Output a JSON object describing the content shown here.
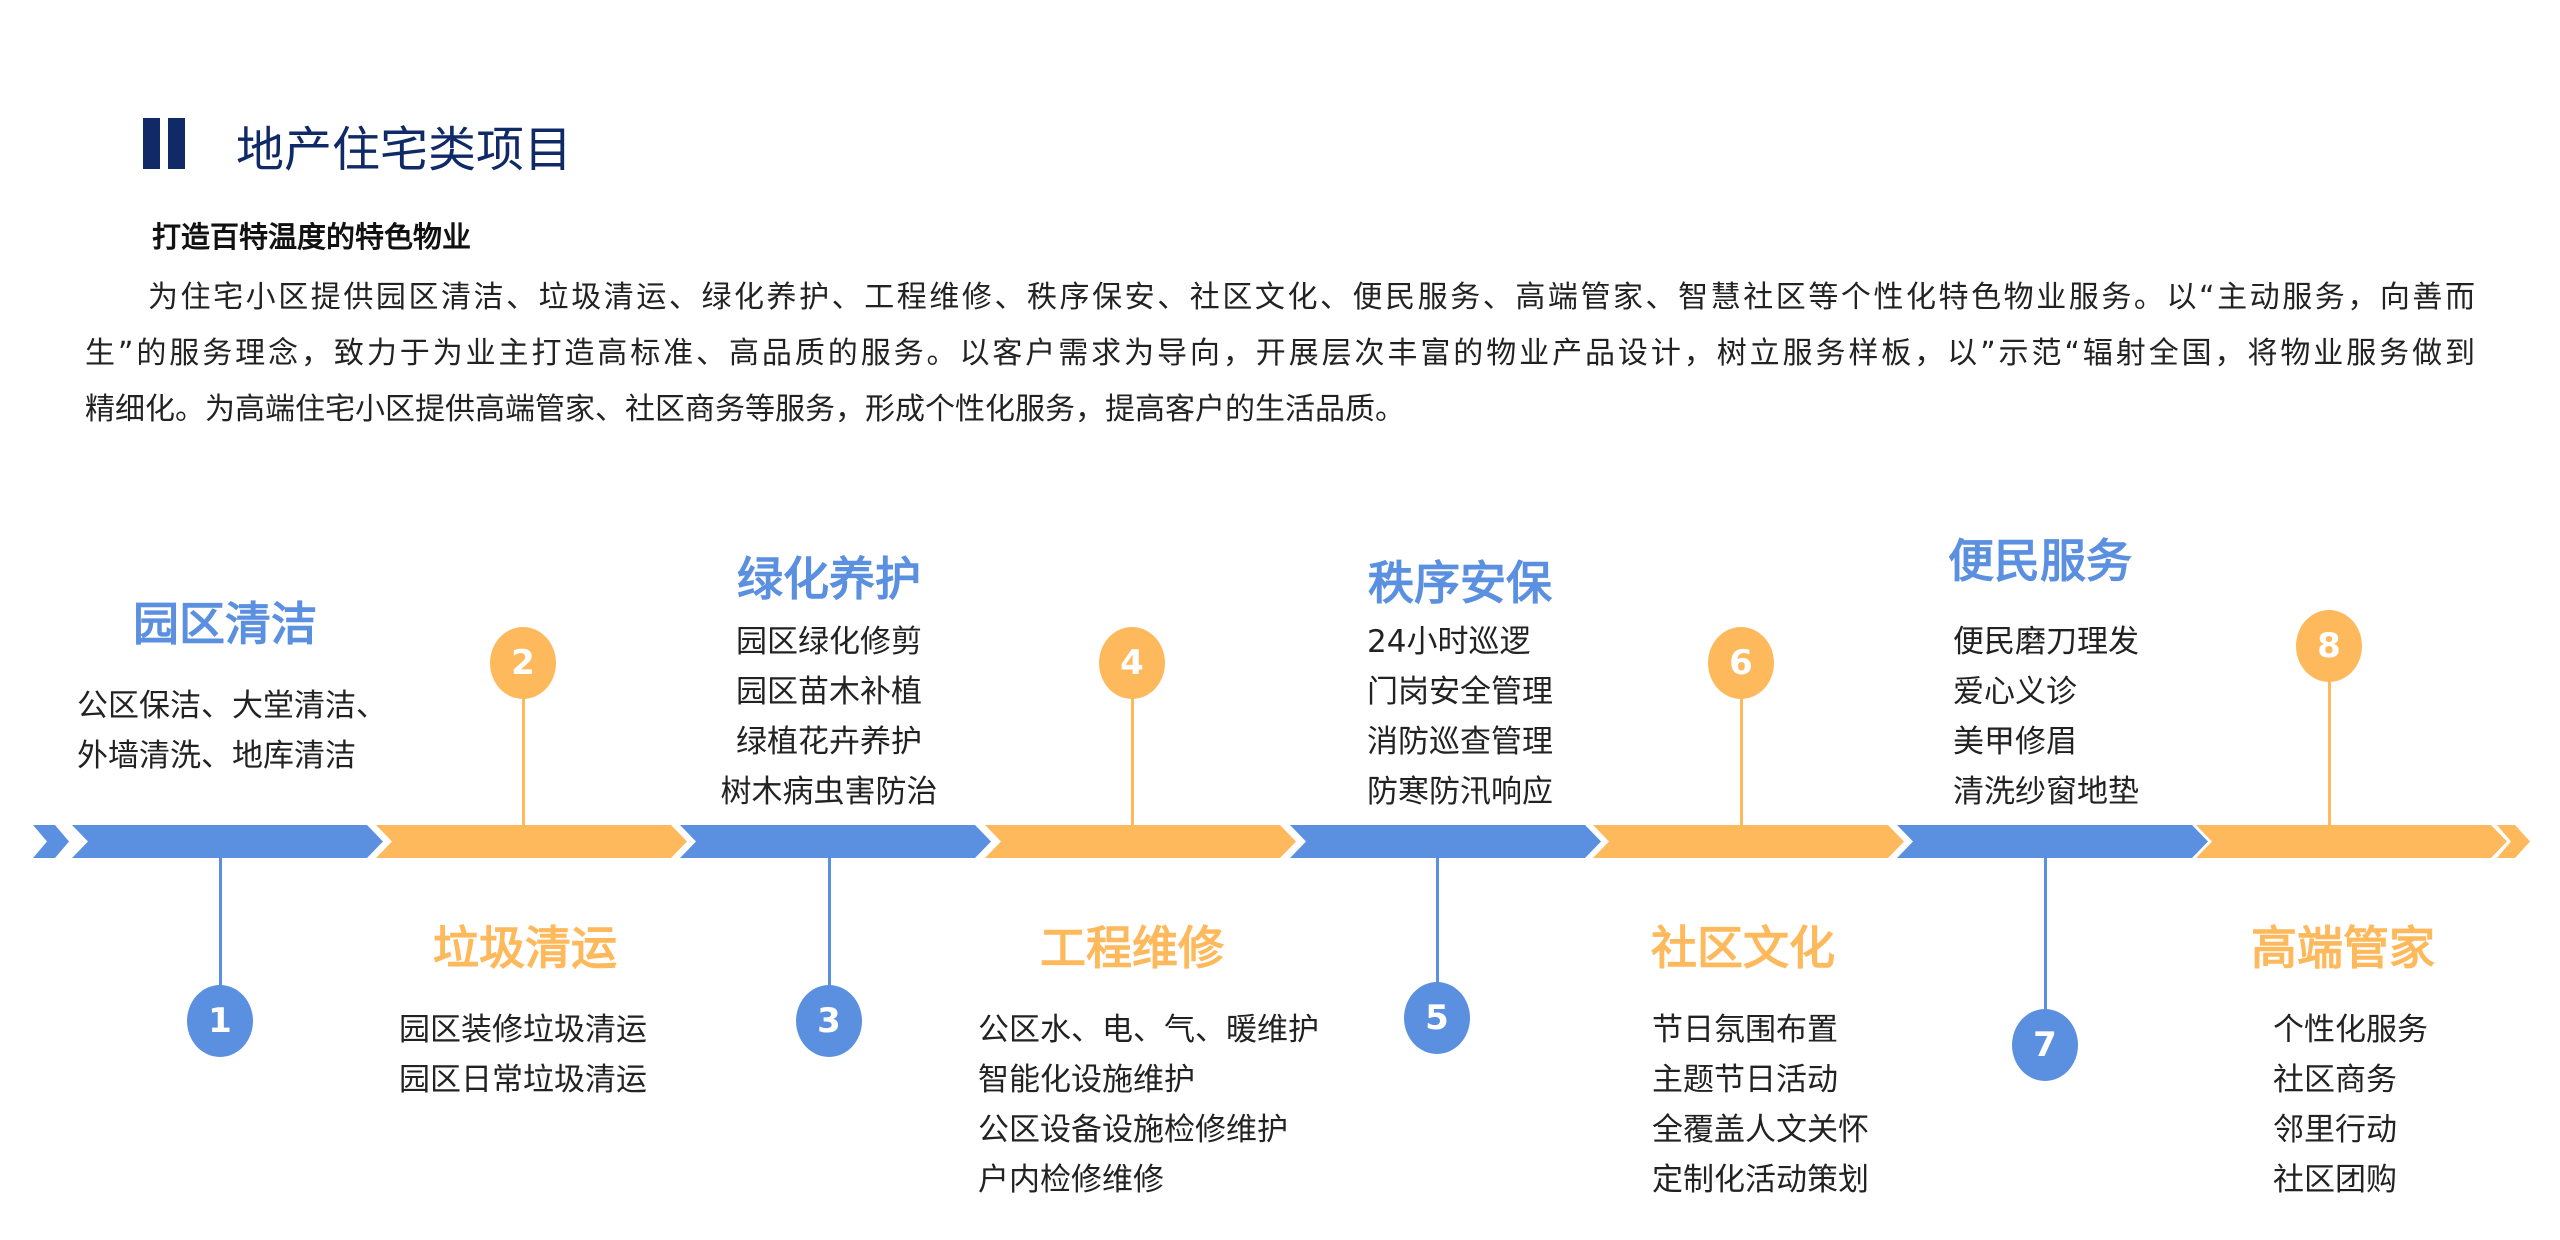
{
  "header": {
    "title": "地产住宅类项目",
    "subtitle": "打造百特温度的特色物业"
  },
  "intro": {
    "lines": [
      "为住宅小区提供园区清洁、垃圾清运、绿化养护、工程维修、秩序保安、社区文化、便民服务、高端管家、智慧社区等个性化特色物业服务。以“主动服务，向善而",
      "生”的服务理念，致力于为业主打造高标准、高品质的服务。以客户需求为导向，开展层次丰富的物业产品设计，树立服务样板，以”示范“辐射全国，将物业服务做到",
      "精细化。为高端住宅小区提供高端管家、社区商务等服务，形成个性化服务，提高客户的生活品质。"
    ]
  },
  "colors": {
    "navy": "#0f2a66",
    "blue": "#5b8fe0",
    "orange": "#fdb95c"
  },
  "timeline": [
    {
      "number": "1",
      "title": "园区清洁",
      "items": [
        "公区保洁、大堂清洁、",
        "外墙清洗、地库清洁"
      ]
    },
    {
      "number": "2",
      "title": "垃圾清运",
      "items": [
        "园区装修垃圾清运",
        "园区日常垃圾清运"
      ]
    },
    {
      "number": "3",
      "title": "绿化养护",
      "items": [
        "园区绿化修剪",
        "园区苗木补植",
        "绿植花卉养护",
        "树木病虫害防治"
      ]
    },
    {
      "number": "4",
      "title": "工程维修",
      "items": [
        "公区水、电、气、暖维护",
        "智能化设施维护",
        "公区设备设施检修维护",
        "户内检修维修"
      ]
    },
    {
      "number": "5",
      "title": "秩序安保",
      "items": [
        "24小时巡逻",
        "门岗安全管理",
        "消防巡查管理",
        "防寒防汛响应"
      ]
    },
    {
      "number": "6",
      "title": "社区文化",
      "items": [
        "节日氛围布置",
        "主题节日活动",
        "全覆盖人文关怀",
        "定制化活动策划"
      ]
    },
    {
      "number": "7",
      "title": "便民服务",
      "items": [
        "便民磨刀理发",
        "爱心义诊",
        "美甲修眉",
        "清洗纱窗地垫"
      ]
    },
    {
      "number": "8",
      "title": "高端管家",
      "items": [
        "个性化服务",
        "社区商务",
        "邻里行动",
        "社区团购"
      ]
    }
  ]
}
